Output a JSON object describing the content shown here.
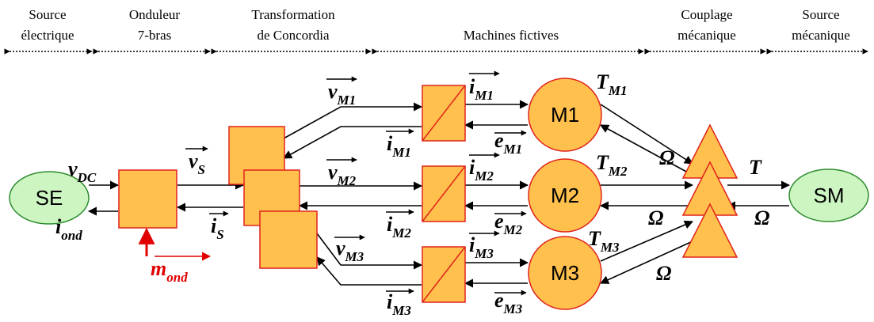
{
  "colors": {
    "block_fill": "#ffc04d",
    "block_stroke": "#e0221b",
    "source_fill": "#ccf5c2",
    "source_stroke": "#2e8c2e",
    "control_red": "#e00000",
    "line": "#000000"
  },
  "sections": [
    {
      "line1": "Source",
      "line2": "électrique"
    },
    {
      "line1": "Onduleur",
      "line2": "7-bras"
    },
    {
      "line1": "Transformation",
      "line2": "de Concordia"
    },
    {
      "line1": "Machines fictives",
      "line2": ""
    },
    {
      "line1": "Couplage",
      "line2": "mécanique"
    },
    {
      "line1": "Source",
      "line2": "mécanique"
    }
  ],
  "nodes": {
    "source_electrique": "SE",
    "source_mecanique": "SM",
    "machines": [
      "M1",
      "M2",
      "M3"
    ]
  },
  "signals": {
    "vdc": {
      "main": "v",
      "sub": "DC"
    },
    "iond": {
      "main": "i",
      "sub": "ond"
    },
    "mond": {
      "main": "m",
      "sub": "ond"
    },
    "vs": {
      "main": "v",
      "sub": "S"
    },
    "is": {
      "main": "i",
      "sub": "S"
    },
    "vm1": {
      "main": "v",
      "sub": "M1"
    },
    "vm2": {
      "main": "v",
      "sub": "M2"
    },
    "vm3": {
      "main": "v",
      "sub": "M3"
    },
    "im1a": {
      "main": "i",
      "sub": "M1"
    },
    "im1b": {
      "main": "i",
      "sub": "M1"
    },
    "im2a": {
      "main": "i",
      "sub": "M2"
    },
    "im2b": {
      "main": "i",
      "sub": "M2"
    },
    "im3a": {
      "main": "i",
      "sub": "M3"
    },
    "im3b": {
      "main": "i",
      "sub": "M3"
    },
    "em1": {
      "main": "e",
      "sub": "M1"
    },
    "em2": {
      "main": "e",
      "sub": "M2"
    },
    "em3": {
      "main": "e",
      "sub": "M3"
    },
    "tm1": {
      "main": "T",
      "sub": "M1"
    },
    "tm2": {
      "main": "T",
      "sub": "M2"
    },
    "tm3": {
      "main": "T",
      "sub": "M3"
    },
    "t": {
      "main": "T",
      "sub": ""
    },
    "omega1": {
      "main": "Ω",
      "sub": ""
    },
    "omega2": {
      "main": "Ω",
      "sub": ""
    },
    "omega3": {
      "main": "Ω",
      "sub": ""
    },
    "omega4": {
      "main": "Ω",
      "sub": ""
    }
  }
}
